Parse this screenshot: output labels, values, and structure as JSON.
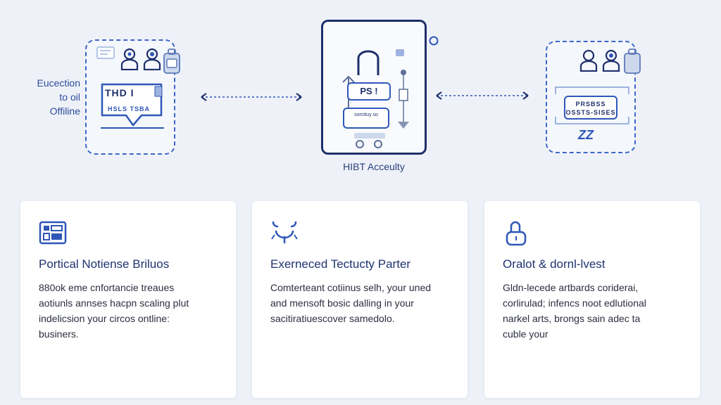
{
  "colors": {
    "background": "#eef2f8",
    "accent": "#2e57b8",
    "dark_navy": "#1f2f6b",
    "card_bg": "#ffffff"
  },
  "diagram": {
    "side_label_lines": [
      "Eucection",
      "to oil",
      "Offiline"
    ],
    "left_panel": {
      "label_top": "THD  I",
      "label_bottom": "HSLS TSBA",
      "icons": [
        "note-icon",
        "person-icon",
        "user-badge-icon",
        "device-icon"
      ]
    },
    "device": {
      "label": "PS !",
      "small_text": "sorcttuy so",
      "caption": "HIBT Acceulty",
      "icons": [
        "lock-icon",
        "up-arrow-icon",
        "down-arrow-icon",
        "settings-icon"
      ]
    },
    "right_panel": {
      "label_top": "PRSBSS",
      "label_bottom": "OSSTS-SISES",
      "sleep_glyph": "ZZ",
      "icons": [
        "person-icon",
        "user-badge-icon",
        "device-icon"
      ]
    }
  },
  "cards": [
    {
      "icon": "grid-document-icon",
      "title": "Portical Notiense Briluos",
      "body": [
        "880ok eme cnfortancie treaues",
        "aotiunls annses hacpn scaling plut",
        "indelicsion your circos ontline:",
        "businers."
      ]
    },
    {
      "icon": "crab-icon",
      "title": "Exerneced Tectucty Parter",
      "body": [
        "Comterteant cotiinus selh, your uned",
        "and mensoft bosic dalling in your",
        "sacitiratiuescover samedolo."
      ]
    },
    {
      "icon": "vault-lock-icon",
      "title": "Oralot & dornl-lvest",
      "body": [
        "Gldn-lecede artbards coriderai,",
        "corlirulad; infencs noot edlutional",
        "narkel arts, brongs sain adec ta",
        "cuble your"
      ]
    }
  ]
}
